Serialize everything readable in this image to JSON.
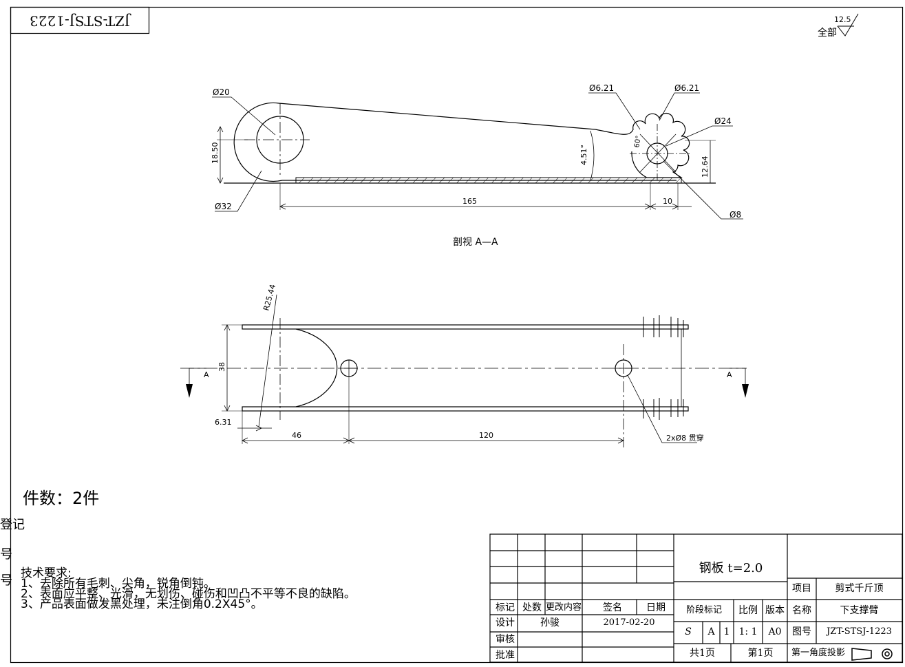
{
  "drawing": {
    "stamp_code": "JZT-STSJ-1223",
    "roughness": {
      "prefix": "全部",
      "value": "12.5"
    },
    "section_label": "剖视 A—A",
    "section_marker": "A",
    "dims_top": {
      "d20": "Ø20",
      "d32": "Ø32",
      "d6_21_a": "Ø6.21",
      "d6_21_b": "Ø6.21",
      "d24": "Ø24",
      "d8": "Ø8",
      "h18_50": "18.50",
      "h12_64": "12.64",
      "ang": "4.51°",
      "ang60": "60°",
      "len165": "165",
      "len10": "10"
    },
    "dims_bottom": {
      "r25": "R25.44",
      "w38": "38",
      "x6_31": "6.31",
      "x46": "46",
      "x120": "120",
      "holes": "2xØ8 贯穿"
    },
    "quantity": "件数：2件",
    "left_cut_labels": [
      "登记",
      "号",
      "号"
    ],
    "tech_notes": {
      "title": "技术要求:",
      "items": [
        "1、去除所有毛刺、尖角，锐角倒钝。",
        "2、表面应平整、光滑，无划伤、碰伤和凹凸不平等不良的缺陷。",
        "3、产品表面做发黑处理，未注倒角0.2X45°。"
      ]
    }
  },
  "title_block": {
    "headers": [
      "标记",
      "处数",
      "更改内容",
      "签名",
      "日期"
    ],
    "roles": [
      "设计",
      "审核",
      "批准"
    ],
    "designer": "孙骏",
    "date": "2017-02-20",
    "material": "钢板 t=2.0",
    "stage_headers": [
      "阶段标记",
      "比例",
      "版本"
    ],
    "stage": [
      "S",
      "A",
      "1"
    ],
    "scale": "1: 1",
    "version": "A0",
    "sheets_total": "共1页",
    "sheet_num": "第1页",
    "projection": "第一角度投影",
    "project_label": "项目",
    "project": "剪式千斤顶",
    "name_label": "名称",
    "name": "下支撑臂",
    "drawing_no_label": "图号",
    "drawing_no": "JZT-STSJ-1223"
  }
}
